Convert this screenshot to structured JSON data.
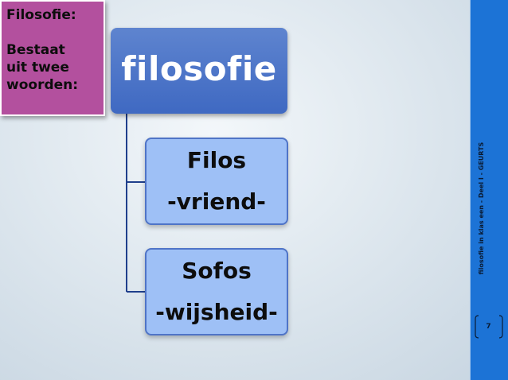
{
  "callout": {
    "text": "Filosofie:\n\nBestaat\nuit twee\nwoorden:",
    "color": "#b3509e"
  },
  "diagram": {
    "root": {
      "label": "filosofie",
      "color": "#4a73c9"
    },
    "children": [
      {
        "title": "Filos",
        "meaning": "-vriend-"
      },
      {
        "title": "Sofos",
        "meaning": "-wijsheid-"
      }
    ],
    "child_color": "#9ec0f6",
    "connector_color": "#1f3f8c"
  },
  "footer": {
    "text": "filosofie in klas een - Deel I - GEURTS",
    "page_number": "7",
    "bar_color": "#1c73d6"
  }
}
